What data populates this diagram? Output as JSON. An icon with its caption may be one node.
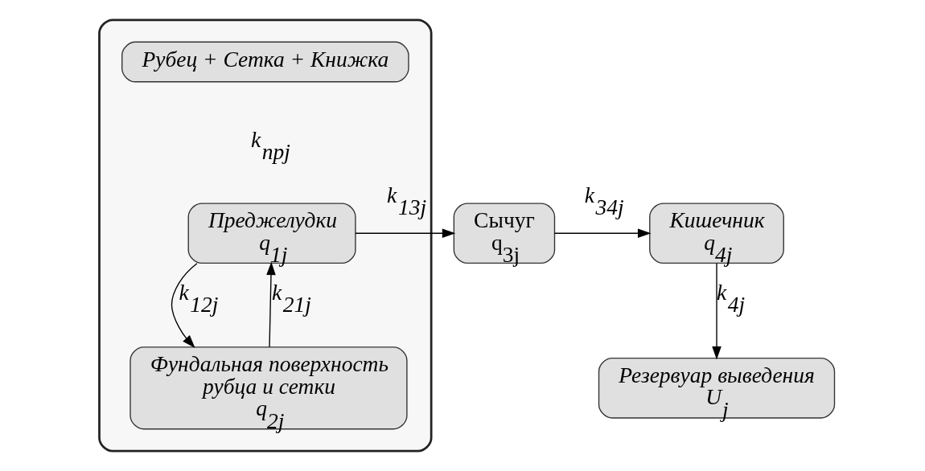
{
  "diagram": {
    "nodes": [
      {
        "text": [],
        "shape": "box"
      },
      {
        "text": [
          "Рубец + Сетка + Книжка"
        ],
        "in": 0
      },
      {
        "text": [
          "Преджелудки",
          "q$_{1j}$"
        ],
        "in": 0
      },
      {
        "text": [
          "Фундальная поверхность рубца и сетки",
          "q$_{2j}$"
        ],
        "in": 0
      },
      {
        "text": [
          "Сычуг",
          "q$_{3j}$"
        ]
      },
      {
        "text": [
          "Кишечник",
          "q$_{4j}$"
        ]
      },
      {
        "text": [
          "Резервуар выведения",
          "U$_{j}$"
        ]
      }
    ],
    "edges": [
      {
        "from": 2,
        "to": 4,
        "arrow": "to",
        "label": "k$_{13j}$"
      },
      {
        "from": 4,
        "to": 5,
        "arrow": "to",
        "label": "k$_{34j}$"
      },
      {
        "from": 2,
        "to": 3,
        "arrow": "to",
        "label": "k$_{12j}$"
      },
      {
        "from": 3,
        "to": 2,
        "arrow": "to",
        "label": "k$_{21j}$"
      },
      {
        "from": 5,
        "to": 6,
        "arrow": "to",
        "label": "k$_{4j}$"
      }
    ],
    "labels": [
      "k$_{прj}$"
    ]
  }
}
